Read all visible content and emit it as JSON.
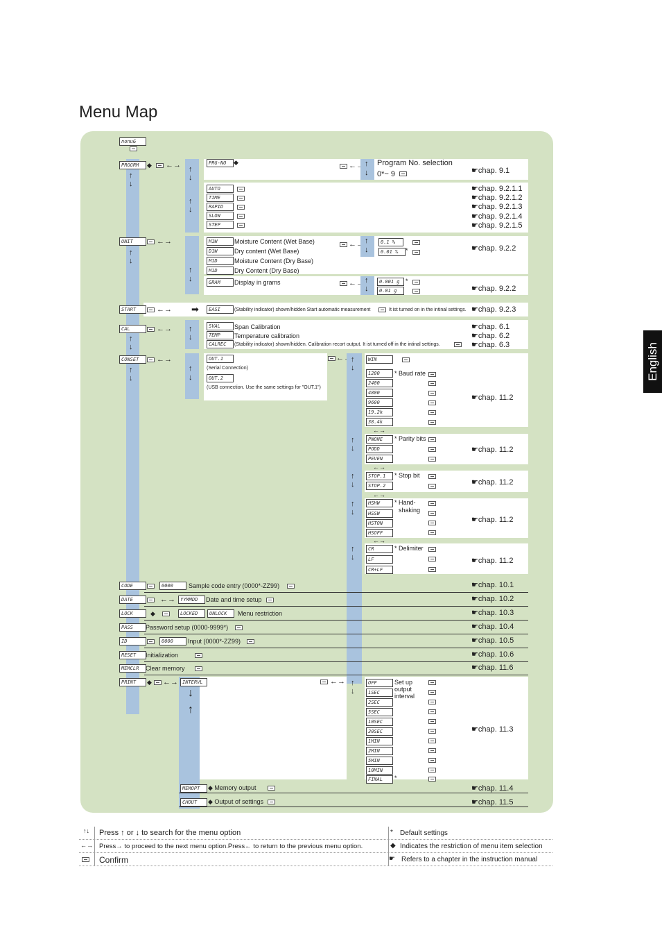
{
  "page": {
    "title": "Menu Map",
    "side_tab": "English"
  },
  "lcd": {
    "top": "nonuG",
    "prgrm": "PRGGRM",
    "prgno": "PRG-NO",
    "auto": "AUTO",
    "time": "TIME",
    "rapid": "RAPID",
    "slow": "SLOW",
    "step": "STEP",
    "unit": "UNIT",
    "m1": "M1W",
    "d1": "D1W",
    "m2": "M1D",
    "d2": "M1D",
    "gram": "GRAM",
    "p01": "0.1 %",
    "p001": "0.01 %",
    "g0001": "0.001 g",
    "g001": "0.01 g",
    "start": "START",
    "east": "EASI",
    "cal": "CAL",
    "sval": "SVAL",
    "temp": "TEMP",
    "calrec": "CALREC",
    "conset": "CONSET",
    "out1": "OUT.1",
    "out2": "OUT.2",
    "b1200": "1200",
    "b2400": "2400",
    "b4800": "4800",
    "b9600": "9600",
    "b192": "19.2k",
    "b384": "38.4k",
    "win": "WIN",
    "pnone": "PNONE",
    "podd": "PODD",
    "peven": "PEVEN",
    "stop1": "STOP.1",
    "stop2": "STOP.2",
    "hshw": "HSHW",
    "hssw": "HSSW",
    "hston": "HSTON",
    "hsoff": "HSOFF",
    "cr": "CR",
    "lf": "LF",
    "crlf": "CR+LF",
    "code": "CODE",
    "code_val": "0000",
    "date": "DATE",
    "date_val": "YYMMDD",
    "lock": "LOCK",
    "locked": "LOCKED",
    "unlock": "UNLOCK",
    "pass": "PASS",
    "id": "ID",
    "id_val": "0000",
    "reset": "RESET",
    "memclr": "MEMCLR",
    "print": "PRINT",
    "interval": "INTERVL",
    "off": "OFF",
    "s1": "1SEC",
    "s2": "2SEC",
    "s5": "5SEC",
    "s10": "10SEC",
    "s30": "30SEC",
    "m1m": "1MIN",
    "m2m": "2MIN",
    "m5m": "5MIN",
    "m10m": "10MIN",
    "final": "FINAL",
    "memory": "MEMOPT",
    "chout": "CHOUT"
  },
  "text": {
    "prog_sel": "Program No. selection",
    "prog_range": "0*~ 9",
    "moist_wet": "Moisture Content (Wet Base)",
    "dry_wet": "Dry content (Wet Base)",
    "moist_dry": "Moisture Content (Dry Base)",
    "dry_dry": "Dry Content (Dry Base)",
    "grams": "Display in grams",
    "start_desc": "(Stability indicator) shown/hidden Start automatic measurement",
    "start_note": "It ist turned on in the intinal settings.",
    "span": "Span Calibration",
    "tempcal": "Temperature calibration",
    "calrec_desc": "(Stability indicator) shown/hidden. Calibration recort output. It ist turned off in the intinal settings.",
    "serial": "(Serial Connection)",
    "usb": "(USB connection. Use the same settings for \"OUT.1\")",
    "baud": "Baud rate",
    "parity": "Parity bits",
    "stopbit": "Stop bit",
    "hand": "Hand-",
    "shaking": "shaking",
    "delim": "Delimiter",
    "sample": "Sample code entry (0000*-ZZ99)",
    "datetime": "Date and time setup",
    "menures": "Menu restriction",
    "password": "Password setup (0000-9999*)",
    "input": "Input (0000*-ZZ99)",
    "init": "Initialization",
    "clear": "Clear memory",
    "setup1": "Set up",
    "setup2": "output",
    "setup3": "interval",
    "memout": "Memory output",
    "outset": "Output of settings",
    "star": "*"
  },
  "chaps": [
    "chap. 9.1",
    "chap. 9.2.1.1",
    "chap. 9.2.1.2",
    "chap. 9.2.1.3",
    "chap. 9.2.1.4",
    "chap. 9.2.1.5",
    "chap. 9.2.2",
    "chap. 9.2.2",
    "chap. 9.2.3",
    "chap. 6.1",
    "chap. 6.2",
    "chap. 6.3",
    "chap. 11.2",
    "chap. 11.2",
    "chap. 11.2",
    "chap. 11.2",
    "chap. 11.2",
    "chap. 10.1",
    "chap. 10.2",
    "chap. 10.3",
    "chap. 10.4",
    "chap. 10.5",
    "chap. 10.6",
    "chap. 11.6",
    "chap. 11.3",
    "chap. 11.4",
    "chap. 11.5"
  ],
  "legend": {
    "search": "Press ↑ or ↓ to search for the menu option",
    "proceed": "Press→ to proceed to the next menu option.Press← to return to the previous menu option.",
    "confirm": "Confirm",
    "default": "Default settings",
    "restrict": "Indicates the restriction of menu item selection",
    "refers": "Refers to a chapter in the instruction manual",
    "sym_star": "*",
    "sym_dia": "◆",
    "sym_hand": "☛",
    "sym_ud": "↑↓",
    "sym_lr": "←→"
  },
  "icons": {
    "hand": "pointing-hand-icon",
    "enter": "enter-key-icon",
    "updown": "up-down-arrow-icon",
    "leftright": "left-right-arrow-icon",
    "diamond": "diamond-icon"
  }
}
